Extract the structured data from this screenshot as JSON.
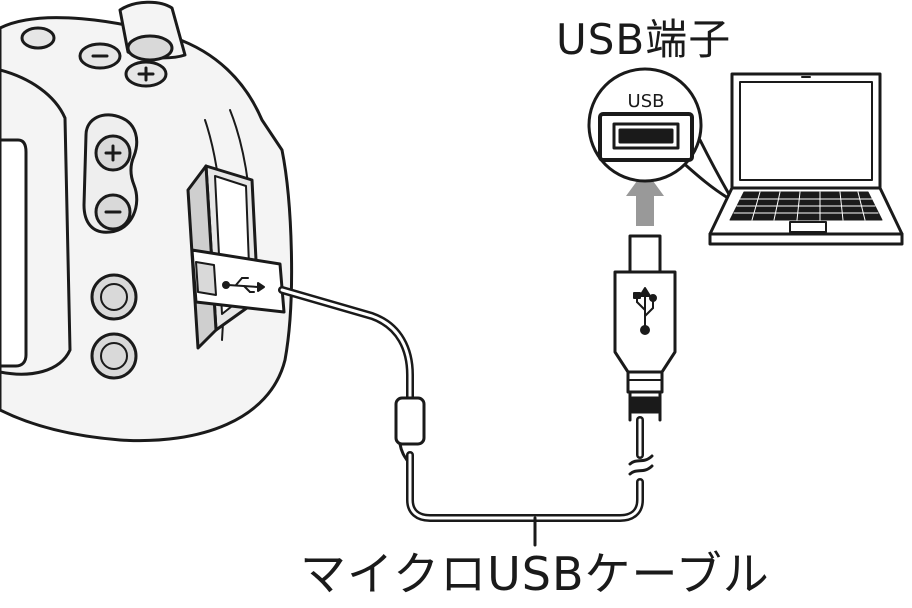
{
  "labels": {
    "usb_terminal": "USB端子",
    "usb_port_badge": "USB",
    "cable_name": "マイクロUSBケーブル"
  },
  "colors": {
    "line": "#1a1a1a",
    "camera_body": "#f4f4f4",
    "button_fill": "#d9d9d9",
    "arrow": "#999999"
  },
  "icons": [
    "camera-illustration",
    "laptop-illustration",
    "usb-symbol-icon",
    "up-arrow-icon",
    "zoom-plus-icon",
    "zoom-minus-icon"
  ]
}
